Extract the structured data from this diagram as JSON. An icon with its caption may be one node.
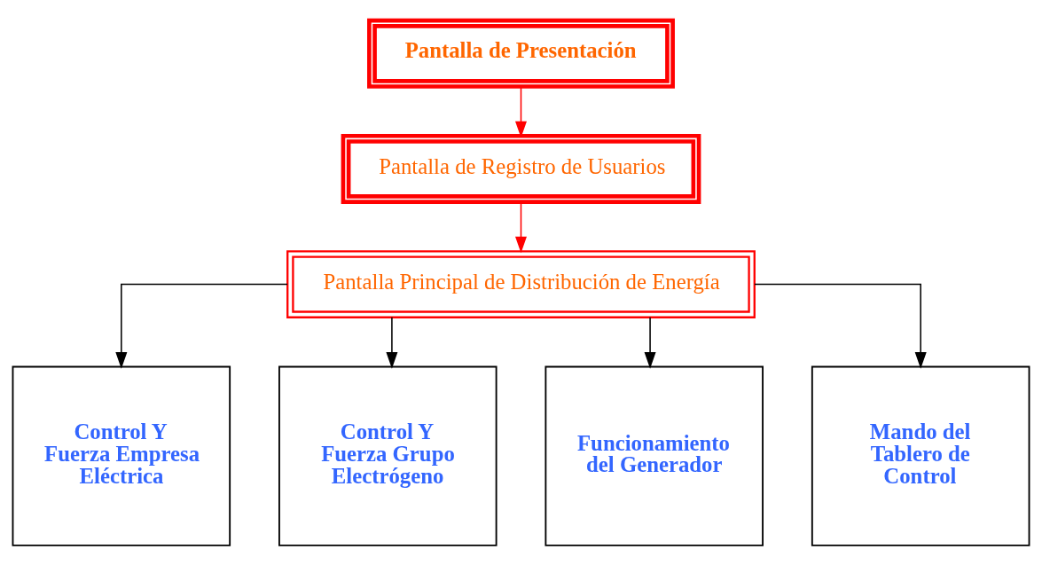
{
  "diagram": {
    "nodes": [
      {
        "text": [
          "Pantalla de Presentación"
        ]
      },
      {
        "text": [
          "Pantalla de Registro de Usuarios"
        ]
      },
      {
        "text": [
          "Pantalla Principal de Distribución de Energía"
        ]
      },
      {
        "text": [
          "Control Y Fuerza Empresa Eléctrica"
        ]
      },
      {
        "text": [
          "Control Y Fuerza Grupo Electrógeno"
        ]
      },
      {
        "text": [
          "Funcionamiento del Generador"
        ]
      },
      {
        "text": [
          "Mando del Tablero de Control"
        ]
      }
    ],
    "edges": [
      {
        "from": 0,
        "to": 1,
        "arrow": "to",
        "color": "#ff0000"
      },
      {
        "from": 1,
        "to": 2,
        "arrow": "to",
        "color": "#ff0000"
      },
      {
        "from": 2,
        "to": 3,
        "arrow": "to"
      },
      {
        "from": 2,
        "to": 4,
        "arrow": "to"
      },
      {
        "from": 2,
        "to": 5,
        "arrow": "to"
      },
      {
        "from": 2,
        "to": 6,
        "arrow": "to"
      }
    ]
  }
}
